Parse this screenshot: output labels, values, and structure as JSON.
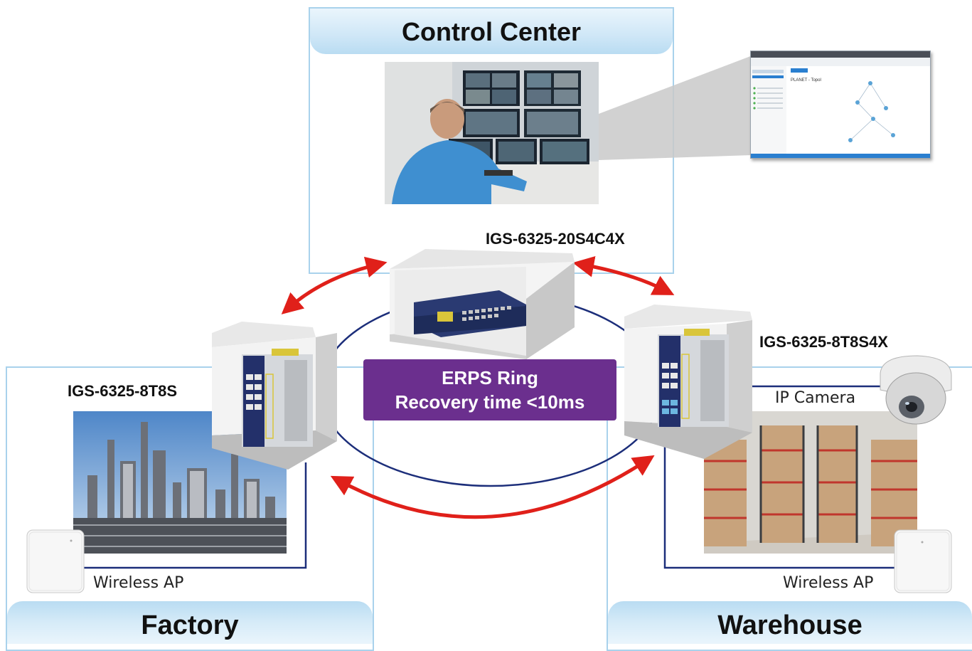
{
  "zones": {
    "control_center": {
      "title": "Control Center"
    },
    "factory": {
      "title": "Factory"
    },
    "warehouse": {
      "title": "Warehouse"
    }
  },
  "switches": {
    "core": {
      "model": "IGS-6325-20S4C4X"
    },
    "left": {
      "model": "IGS-6325-8T8S"
    },
    "right": {
      "model": "IGS-6325-8T8S4X"
    }
  },
  "ring": {
    "line1": "ERPS Ring",
    "line2": "Recovery time <10ms"
  },
  "devices": {
    "factory_ap": "Wireless AP",
    "warehouse_ap": "Wireless AP",
    "camera": "IP Camera"
  },
  "nms": {
    "window_title": "PLANET - Topol"
  },
  "colors": {
    "zone_border": "#a9d2ec",
    "ring_line": "#1c2e7a",
    "arrow": "#e0201a",
    "erps_box": "#6b2f8e"
  }
}
